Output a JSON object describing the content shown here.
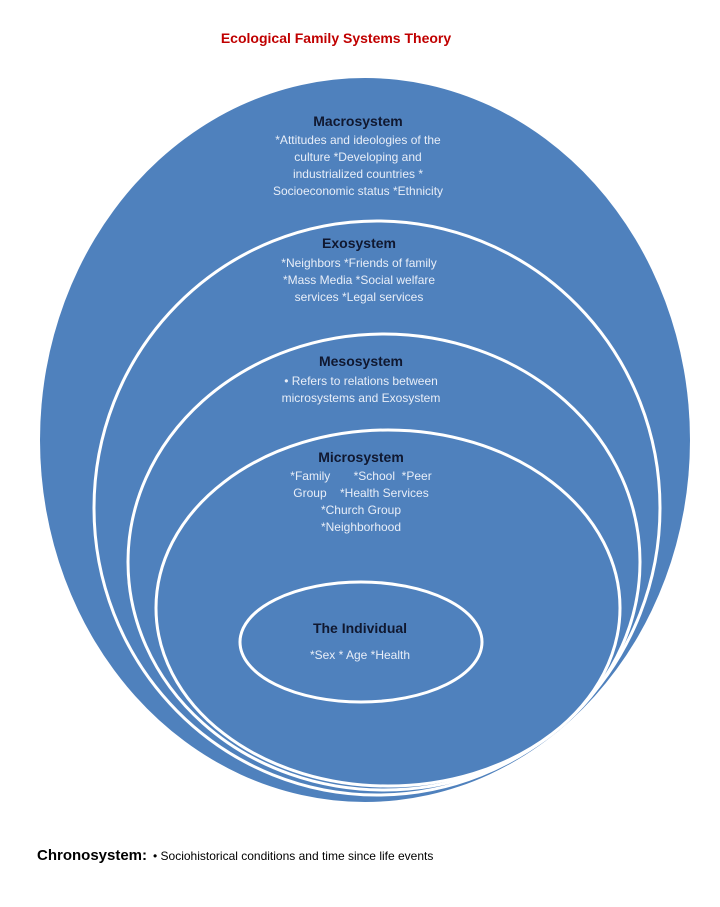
{
  "title": "Ecological Family Systems Theory",
  "colors": {
    "fill": "#4f81bd",
    "ring": "#ffffff",
    "title": "#c00000"
  },
  "systems": [
    {
      "name": "Macrosystem",
      "lines": [
        "*Attitudes and ideologies of the",
        "culture  *Developing and",
        "industrialized countries *",
        "Socioeconomic status *Ethnicity"
      ]
    },
    {
      "name": "Exosystem",
      "lines": [
        "*Neighbors  *Friends of family",
        "*Mass Media  *Social welfare",
        "services *Legal services"
      ]
    },
    {
      "name": "Mesosystem",
      "lines": [
        "• Refers to relations between",
        "microsystems and Exosystem"
      ]
    },
    {
      "name": "Microsystem",
      "lines": [
        "*Family       *School  *Peer",
        "Group    *Health Services",
        "*Church Group",
        "*Neighborhood"
      ]
    },
    {
      "name": "The Individual",
      "lines": [
        "*Sex * Age *Health"
      ]
    }
  ],
  "chronosystem": {
    "label": "Chronosystem:",
    "text": "• Sociohistorical conditions and time since life events"
  }
}
